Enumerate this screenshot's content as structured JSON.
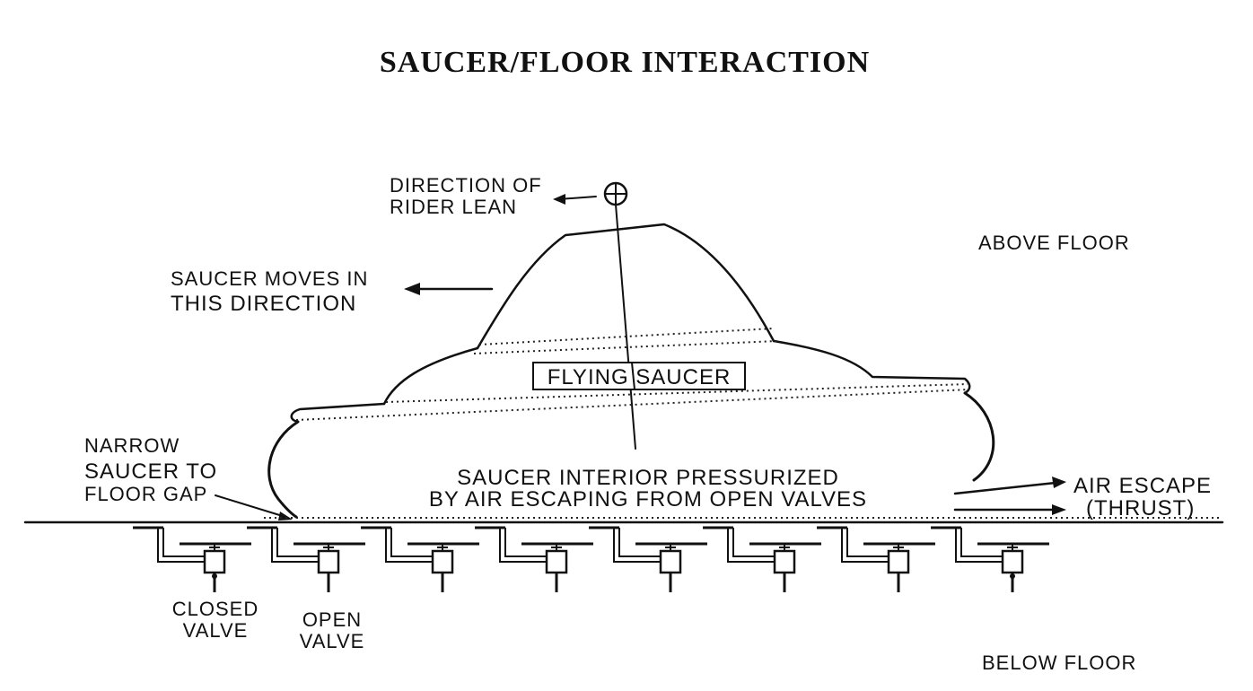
{
  "title": "SAUCER/FLOOR INTERACTION",
  "labels": {
    "rider_lean_1": "DIRECTION OF",
    "rider_lean_2": "RIDER LEAN",
    "above_floor": "ABOVE FLOOR",
    "moves_1": "SAUCER MOVES IN",
    "moves_2": "THIS DIRECTION",
    "saucer_box": "FLYING SAUCER",
    "gap_1": "NARROW",
    "gap_2": "SAUCER TO",
    "gap_3": "FLOOR GAP",
    "interior_1": "SAUCER INTERIOR PRESSURIZED",
    "interior_2": "BY AIR ESCAPING FROM OPEN VALVES",
    "air_1": "AIR ESCAPE",
    "air_2": "(THRUST)",
    "closed_1": "CLOSED",
    "closed_2": "VALVE",
    "open_1": "OPEN",
    "open_2": "VALVE",
    "below_floor": "BELOW FLOOR"
  },
  "valves": [
    {
      "state": "closed"
    },
    {
      "state": "open"
    },
    {
      "state": "open"
    },
    {
      "state": "open"
    },
    {
      "state": "open"
    },
    {
      "state": "open"
    },
    {
      "state": "open"
    },
    {
      "state": "closed"
    }
  ]
}
